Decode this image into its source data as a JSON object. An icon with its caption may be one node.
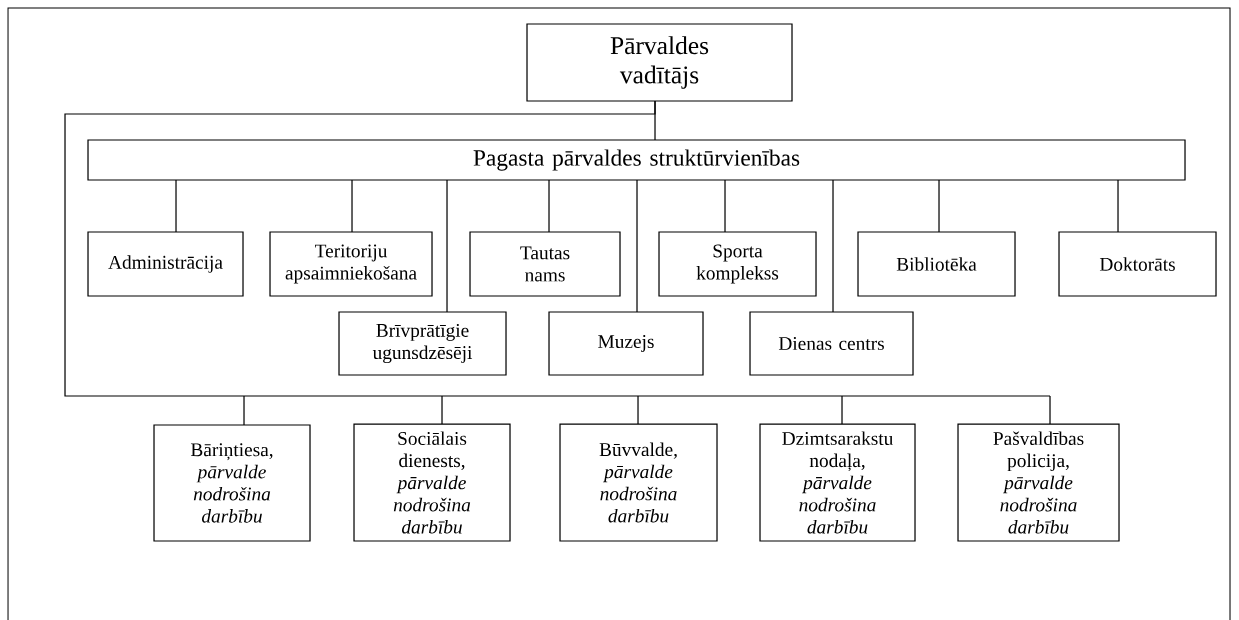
{
  "diagram": {
    "nodes": [
      {
        "text": [
          "Pārvaldes vadītājs"
        ]
      },
      {
        "text": [
          "Pagasta pārvaldes struktūrvienības"
        ]
      },
      {
        "text": [
          "Administrācija"
        ]
      },
      {
        "text": [
          "Teritoriju apsaimniekošana"
        ]
      },
      {
        "text": [
          "Tautas nams"
        ]
      },
      {
        "text": [
          "Sporta komplekss"
        ]
      },
      {
        "text": [
          "Bibliotēka"
        ]
      },
      {
        "text": [
          "Doktorāts"
        ]
      },
      {
        "text": [
          "Brīvprātīgie ugunsdzēsēji"
        ]
      },
      {
        "text": [
          "Muzejs"
        ]
      },
      {
        "text": [
          "Dienas centrs"
        ]
      },
      {
        "text": [
          "Bāriņtiesa, *pārvalde nodrošina darbību*"
        ]
      },
      {
        "text": [
          "Sociālais dienests, *pārvalde nodrošina darbību*"
        ]
      },
      {
        "text": [
          "Būvvalde, *pārvalde nodrošina darbību*"
        ]
      },
      {
        "text": [
          "Dzimtsarakstu nodaļa, *pārvalde nodrošina darbību*"
        ]
      },
      {
        "text": [
          "Pašvaldības policija, *pārvalde nodrošina darbību*"
        ]
      }
    ],
    "edges": [
      {
        "from": 0,
        "to": 1,
        "arrow": "none"
      },
      {
        "from": 1,
        "to": 2,
        "arrow": "none"
      },
      {
        "from": 1,
        "to": 3,
        "arrow": "none"
      },
      {
        "from": 1,
        "to": 4,
        "arrow": "none"
      },
      {
        "from": 1,
        "to": 5,
        "arrow": "none"
      },
      {
        "from": 1,
        "to": 6,
        "arrow": "none"
      },
      {
        "from": 1,
        "to": 7,
        "arrow": "none"
      },
      {
        "from": 1,
        "to": 8,
        "arrow": "none"
      },
      {
        "from": 1,
        "to": 9,
        "arrow": "none"
      },
      {
        "from": 1,
        "to": 10,
        "arrow": "none"
      },
      {
        "from": 0,
        "to": 11,
        "arrow": "none"
      },
      {
        "from": 0,
        "to": 12,
        "arrow": "none"
      },
      {
        "from": 0,
        "to": 13,
        "arrow": "none"
      },
      {
        "from": 0,
        "to": 14,
        "arrow": "none"
      },
      {
        "from": 0,
        "to": 15,
        "arrow": "none"
      }
    ]
  }
}
